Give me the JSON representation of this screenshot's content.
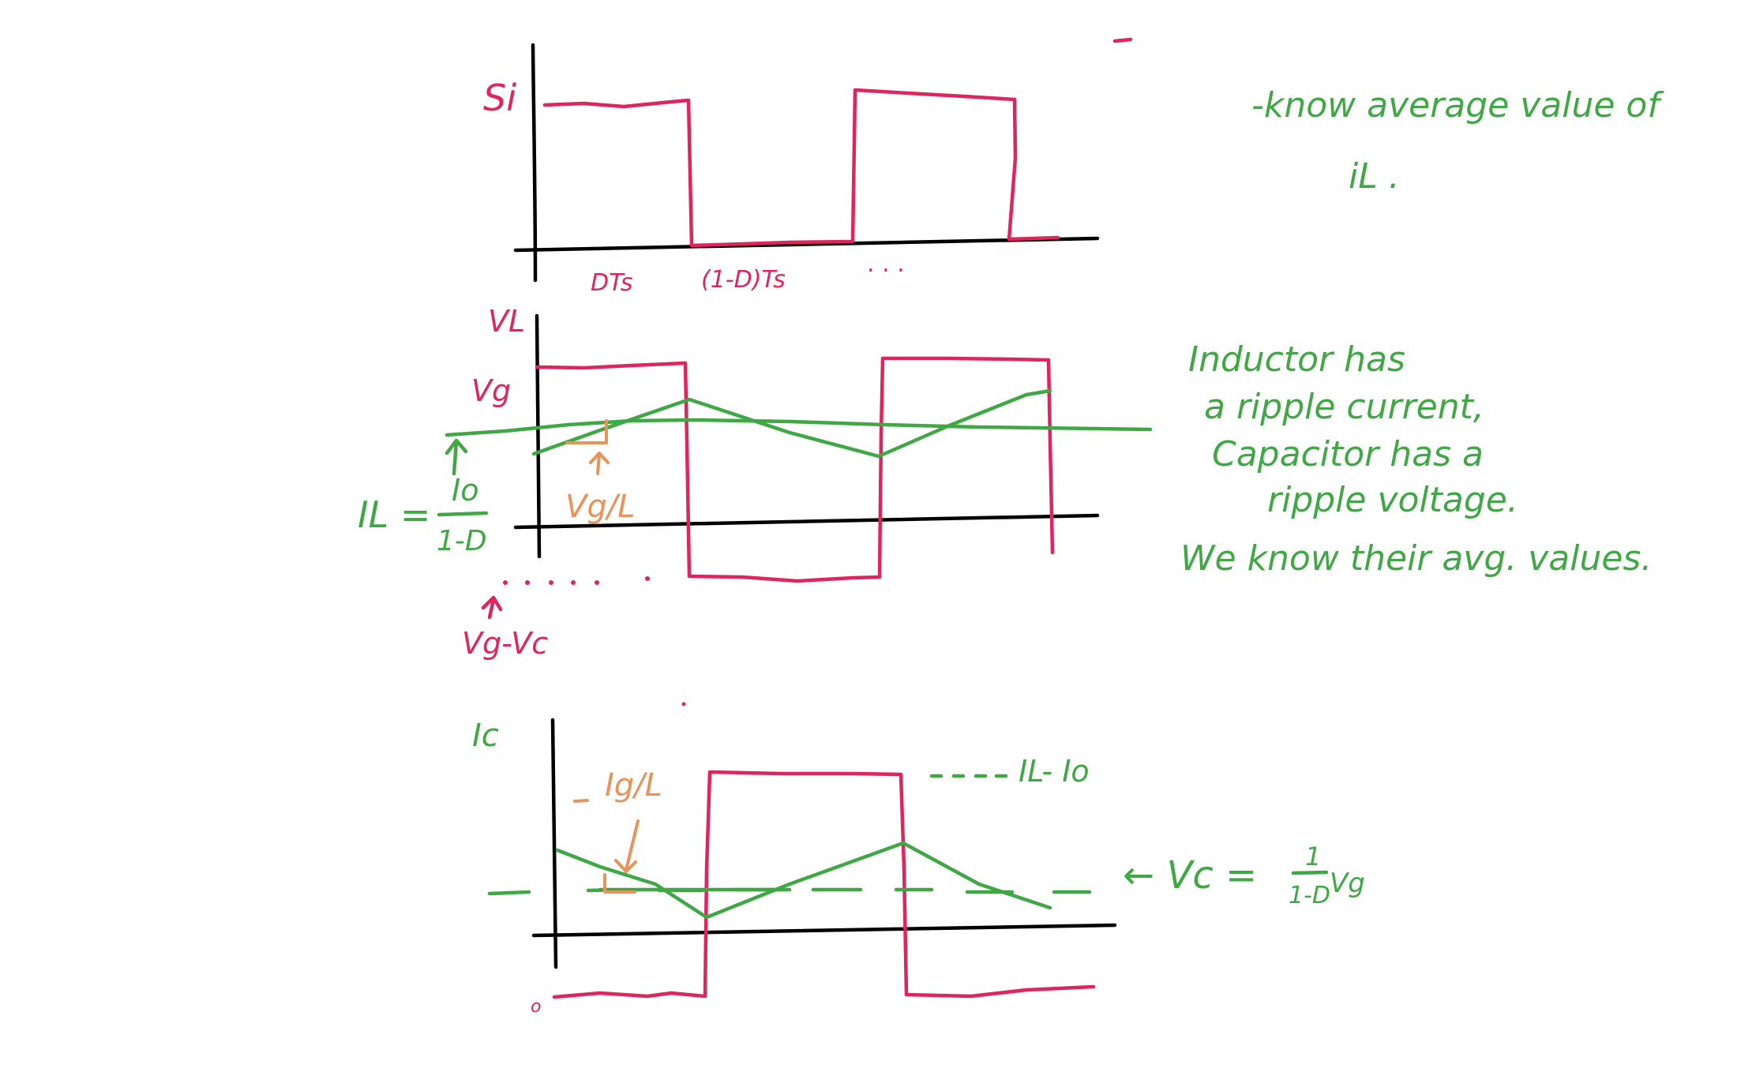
{
  "colors": {
    "pink": "#e0245e",
    "green": "#3fa844",
    "orange": "#e8935a",
    "axis": "#000000"
  },
  "graph1": {
    "ylabel": "Si",
    "tick_dts": "DTs",
    "tick_1dts": "(1-D)Ts",
    "dots": ". . ."
  },
  "graph2": {
    "ylabel": "VL",
    "level_label": "Vg",
    "slope_label": "Vg/L",
    "il_lhs": "IL =",
    "il_num": "Io",
    "il_den": "1-D",
    "neg_label": "Vg-Vc"
  },
  "graph3": {
    "ylabel": "Ic",
    "slope_label": "Ig/L",
    "level_label": "IL- Io",
    "vc_lhs": "← Vc =",
    "vc_num": "1",
    "vc_den": "1-D",
    "vc_tail": "Vg",
    "bottom_label": "o"
  },
  "notes": {
    "top_line1": "-know average value of",
    "top_line2": "iL .",
    "mid_line1": "Inductor has",
    "mid_line2": "a ripple current,",
    "mid_line3": "Capacitor has a",
    "mid_line4": "ripple voltage.",
    "mid_line5": "We know their avg. values."
  }
}
